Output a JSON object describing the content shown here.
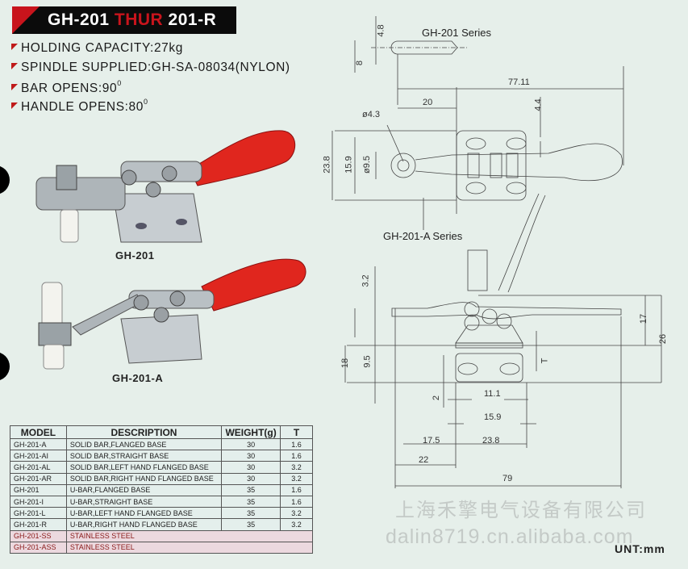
{
  "header": {
    "title_part1": "GH-201",
    "title_part2": "THUR",
    "title_part3": "201-R"
  },
  "specs": [
    {
      "text": "HOLDING CAPACITY:27kg"
    },
    {
      "text": "SPINDLE SUPPLIED:GH-SA-08034(NYLON)"
    },
    {
      "text": "BAR OPENS:90",
      "sup": "0"
    },
    {
      "text": "HANDLE OPENS:80",
      "sup": "0"
    }
  ],
  "products": [
    {
      "label": "GH-201"
    },
    {
      "label": "GH-201-A"
    }
  ],
  "drawing": {
    "series_top": "GH-201 Series",
    "series_a": "GH-201-A Series",
    "dims": {
      "d4_8": "4.8",
      "d8": "8",
      "d77_11": "77.11",
      "d20": "20",
      "d4_4": "4.4",
      "dphi4_3": "ø4.3",
      "d23_8a": "23.8",
      "d15_9a": "15.9",
      "dphi9_5": "ø9.5",
      "d3_2": "3.2",
      "d17": "17",
      "d26": "26",
      "d18": "18",
      "d9_5": "9.5",
      "dT": "T",
      "d2": "2",
      "d11_1": "11.1",
      "d15_9b": "15.9",
      "d17_5": "17.5",
      "d23_8b": "23.8",
      "d22": "22",
      "d79": "79"
    }
  },
  "table": {
    "headers": [
      "MODEL",
      "DESCRIPTION",
      "WEIGHT(g)",
      "T"
    ],
    "rows": [
      [
        "GH-201-A",
        "SOLID BAR,FLANGED BASE",
        "30",
        "1.6"
      ],
      [
        "GH-201-AI",
        "SOLID BAR,STRAIGHT BASE",
        "30",
        "1.6"
      ],
      [
        "GH-201-AL",
        "SOLID BAR,LEFT HAND FLANGED BASE",
        "30",
        "3.2"
      ],
      [
        "GH-201-AR",
        "SOLID BAR,RIGHT HAND FLANGED BASE",
        "30",
        "3.2"
      ],
      [
        "GH-201",
        "U-BAR,FLANGED BASE",
        "35",
        "1.6"
      ],
      [
        "GH-201-I",
        "U-BAR,STRAIGHT BASE",
        "35",
        "1.6"
      ],
      [
        "GH-201-L",
        "U-BAR,LEFT HAND FLANGED BASE",
        "35",
        "3.2"
      ],
      [
        "GH-201-R",
        "U-BAR,RIGHT HAND FLANGED BASE",
        "35",
        "3.2"
      ]
    ],
    "ss_rows": [
      [
        "GH-201-SS",
        "STAINLESS STEEL"
      ],
      [
        "GH-201-ASS",
        "STAINLESS STEEL"
      ]
    ]
  },
  "watermark": {
    "company": "上海禾擎电气设备有限公司",
    "url": "dalin8719.cn.alibaba.com"
  },
  "unit": "UNT:mm",
  "colors": {
    "accent": "#c8141c",
    "background": "#e6efea",
    "handle": "#e0261e"
  }
}
